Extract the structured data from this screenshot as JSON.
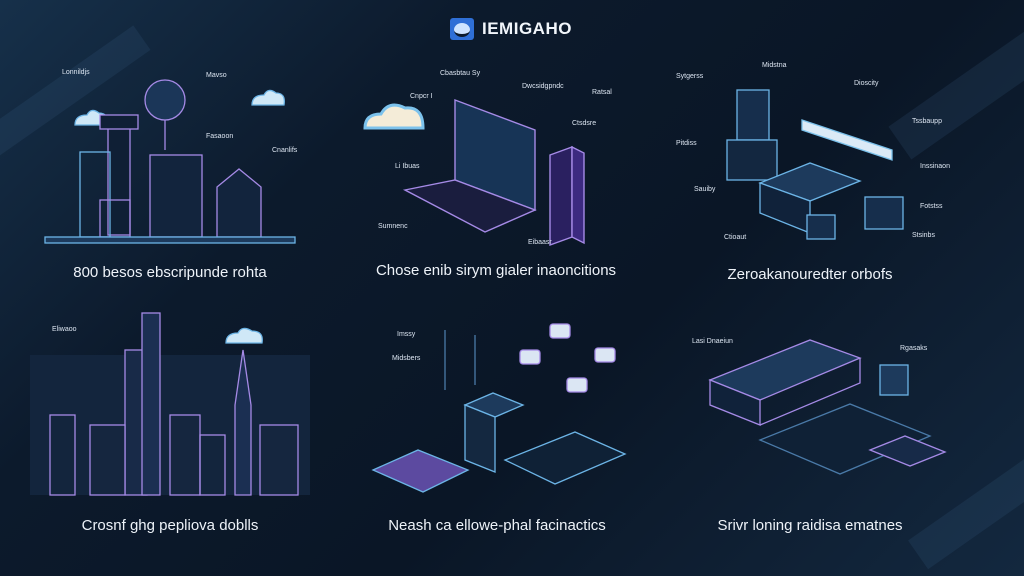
{
  "header": {
    "brand": "IEMIGAHO",
    "logo_icon": "cloud-logo-icon"
  },
  "colors": {
    "background": "#0c1a2c",
    "accent_purple": "#9a7be0",
    "accent_blue": "#5aa8e8",
    "cloud": "#f4ecd8"
  },
  "panels": [
    {
      "caption": "800 besos ebscripunde rohta",
      "labels": [
        "Lonnildjs",
        "Mavso",
        "Fasaoon",
        "Cnanlifs"
      ]
    },
    {
      "caption": "Chose enib sirym gialer inaoncitions",
      "labels": [
        "Cbasbtau Sy",
        "Cnpcr I",
        "Dwcsidgpndc",
        "Ratsal",
        "Ctsdsre",
        "Li Ibuas",
        "Sumnenc",
        "Eibaasr"
      ]
    },
    {
      "caption": "Zeroakanouredter orbofs",
      "labels": [
        "Sytgerss",
        "Midstna",
        "Dioscity",
        "Tssbaupp",
        "Pitdiss",
        "Inssinaon",
        "Sauiby",
        "Fotstss",
        "Ctioaut",
        "Stsinbs"
      ]
    },
    {
      "caption": "Crosnf ghg pepliova doblls",
      "labels": [
        "Eliwaoo"
      ]
    },
    {
      "caption": "Neash ca ellowe-phal facinactics",
      "labels": [
        "Imssy",
        "Midsbers"
      ]
    },
    {
      "caption": "Srivr loning raidisa ematnes",
      "labels": [
        "Lasi Dnaeiun",
        "Rgasaks"
      ]
    }
  ]
}
